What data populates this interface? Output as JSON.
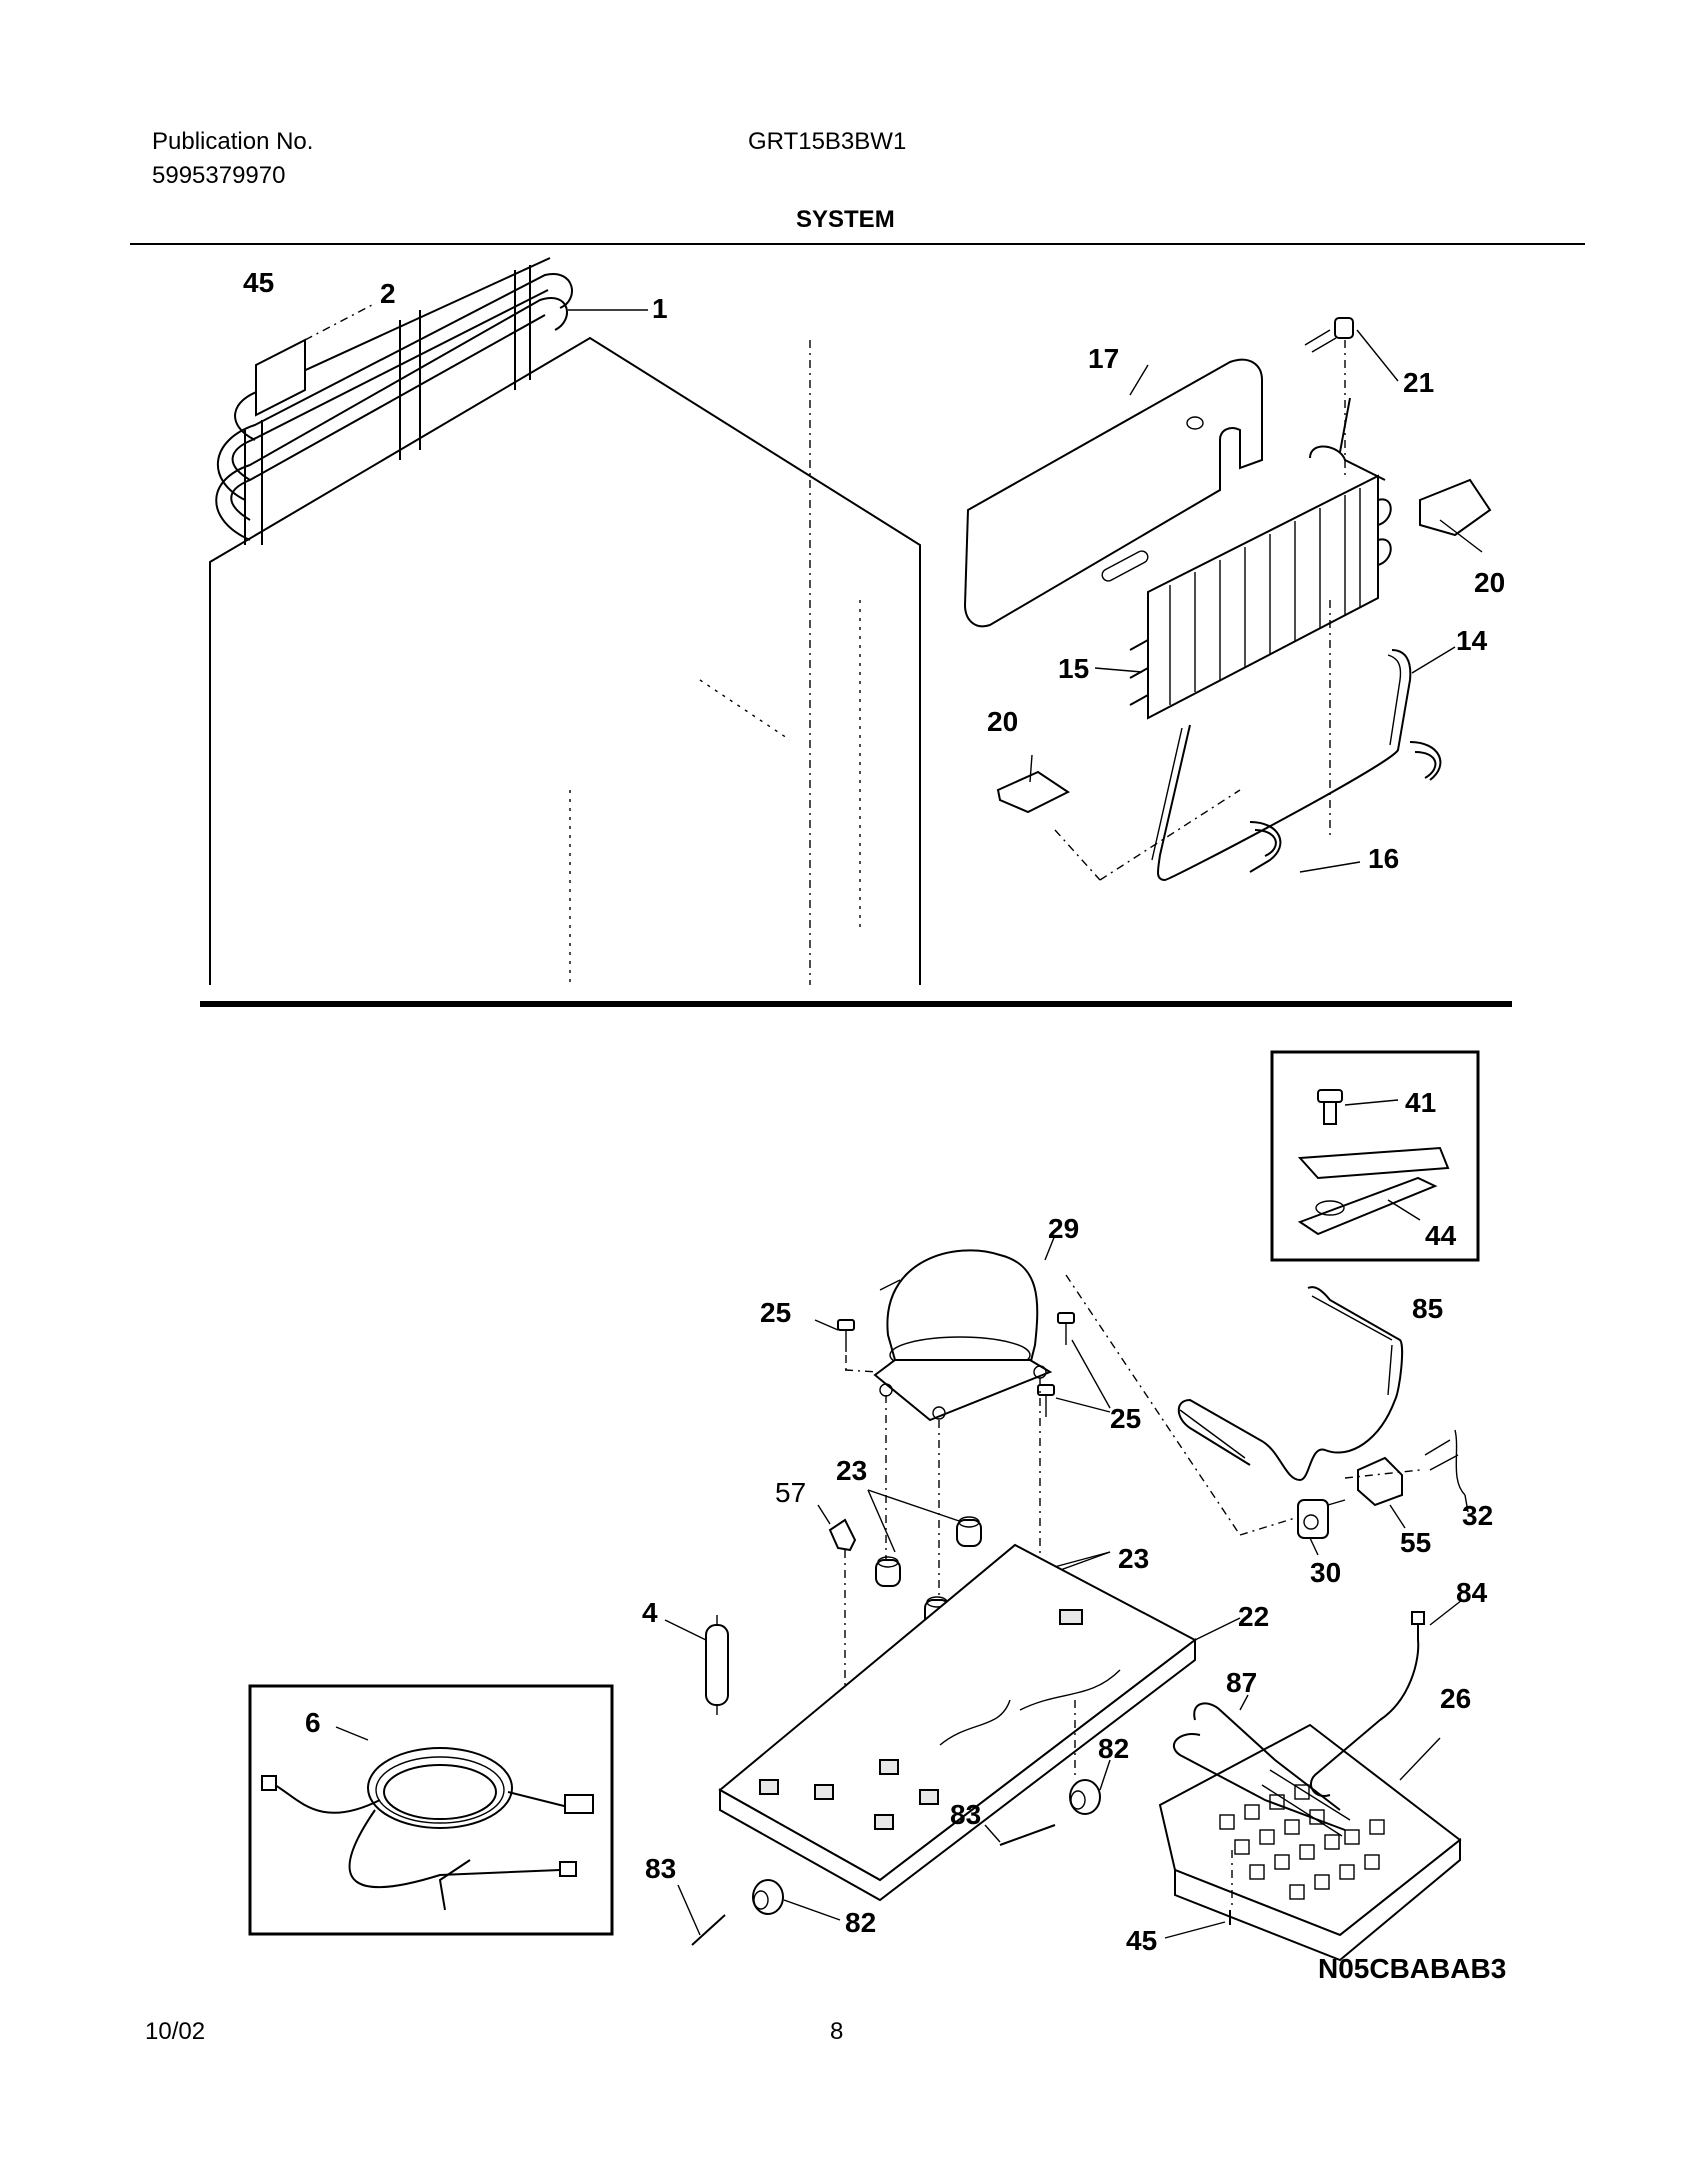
{
  "header": {
    "publication_label": "Publication No.",
    "publication_number": "5995379970",
    "model": "GRT15B3BW1",
    "section_title": "SYSTEM"
  },
  "footer": {
    "date": "10/02",
    "page_number": "8",
    "diagram_code": "N05CBABAB3"
  },
  "callouts": {
    "c1": "1",
    "c2": "2",
    "c45_top": "45",
    "c17": "17",
    "c21": "21",
    "c20_right": "20",
    "c14": "14",
    "c15": "15",
    "c20_left": "20",
    "c16": "16",
    "c41": "41",
    "c44": "44",
    "c29": "29",
    "c25_left": "25",
    "c25_right": "25",
    "c85": "85",
    "c23_top": "23",
    "c57": "57",
    "c23_right": "23",
    "c32": "32",
    "c55": "55",
    "c30": "30",
    "c84": "84",
    "c4": "4",
    "c22": "22",
    "c87": "87",
    "c26": "26",
    "c6": "6",
    "c82_right": "82",
    "c83_right": "83",
    "c83_left": "83",
    "c82_left": "82",
    "c45_bottom": "45"
  }
}
